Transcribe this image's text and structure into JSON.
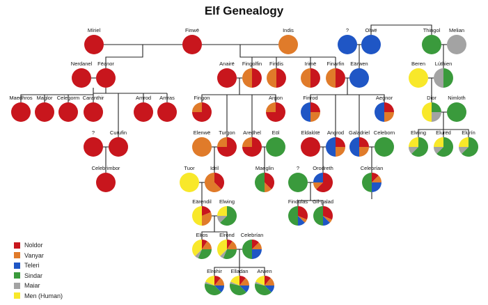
{
  "title": "Elf Genealogy",
  "colors": {
    "noldor": "#c8161d",
    "vanyar": "#e07b2a",
    "teleri": "#1f56c5",
    "sindar": "#3a9a3c",
    "maiar": "#a3a3a3",
    "men": "#f8e82a"
  },
  "legend": [
    {
      "key": "noldor",
      "label": "Noldor"
    },
    {
      "key": "vanyar",
      "label": "Vanyar"
    },
    {
      "key": "teleri",
      "label": "Teleri"
    },
    {
      "key": "sindar",
      "label": "Sindar"
    },
    {
      "key": "maiar",
      "label": "Maiar"
    },
    {
      "key": "men",
      "label": "Men (Human)"
    }
  ],
  "people": [
    {
      "id": "miriel",
      "name": "Míriel",
      "heritage": {
        "noldor": 1
      }
    },
    {
      "id": "finwe",
      "name": "Finwë",
      "heritage": {
        "noldor": 1
      }
    },
    {
      "id": "indis",
      "name": "Indis",
      "heritage": {
        "vanyar": 1
      }
    },
    {
      "id": "q_olwe_wife",
      "name": "?",
      "heritage": {
        "teleri": 1
      }
    },
    {
      "id": "olwe",
      "name": "Olwë",
      "heritage": {
        "teleri": 1
      }
    },
    {
      "id": "thingol",
      "name": "Thingol",
      "heritage": {
        "sindar": 1
      }
    },
    {
      "id": "melian",
      "name": "Melian",
      "heritage": {
        "maiar": 1
      }
    },
    {
      "id": "nerdanel",
      "name": "Nerdanel",
      "heritage": {
        "noldor": 1
      }
    },
    {
      "id": "feanor",
      "name": "Fëanor",
      "heritage": {
        "noldor": 1
      }
    },
    {
      "id": "anaire",
      "name": "Anairë",
      "heritage": {
        "noldor": 1
      }
    },
    {
      "id": "fingolfin",
      "name": "Fingolfin",
      "heritage": {
        "noldor": 0.5,
        "vanyar": 0.5
      }
    },
    {
      "id": "findis",
      "name": "Findis",
      "heritage": {
        "noldor": 0.5,
        "vanyar": 0.5
      }
    },
    {
      "id": "irime",
      "name": "Irimë",
      "heritage": {
        "noldor": 0.5,
        "vanyar": 0.5
      }
    },
    {
      "id": "finarfin",
      "name": "Finarfin",
      "heritage": {
        "noldor": 0.5,
        "vanyar": 0.5
      }
    },
    {
      "id": "earwen",
      "name": "Eärwen",
      "heritage": {
        "teleri": 1
      }
    },
    {
      "id": "beren",
      "name": "Beren",
      "heritage": {
        "men": 1
      }
    },
    {
      "id": "luthien",
      "name": "Lúthien",
      "heritage": {
        "sindar": 0.5,
        "maiar": 0.5
      }
    },
    {
      "id": "maedhros",
      "name": "Maedhros",
      "heritage": {
        "noldor": 1
      }
    },
    {
      "id": "maglor",
      "name": "Maglor",
      "heritage": {
        "noldor": 1
      }
    },
    {
      "id": "celegorm",
      "name": "Celegorm",
      "heritage": {
        "noldor": 1
      }
    },
    {
      "id": "caranthir",
      "name": "Caranthir",
      "heritage": {
        "noldor": 1
      }
    },
    {
      "id": "amrod",
      "name": "Amrod",
      "heritage": {
        "noldor": 1
      }
    },
    {
      "id": "amras",
      "name": "Amras",
      "heritage": {
        "noldor": 1
      }
    },
    {
      "id": "fingon",
      "name": "Fingon",
      "heritage": {
        "noldor": 0.75,
        "vanyar": 0.25
      }
    },
    {
      "id": "argon",
      "name": "Argon",
      "heritage": {
        "noldor": 0.75,
        "vanyar": 0.25
      }
    },
    {
      "id": "finrod",
      "name": "Finrod",
      "heritage": {
        "noldor": 0.25,
        "vanyar": 0.25,
        "teleri": 0.5
      }
    },
    {
      "id": "aegnor",
      "name": "Aegnor",
      "heritage": {
        "noldor": 0.25,
        "vanyar": 0.25,
        "teleri": 0.5
      }
    },
    {
      "id": "dior",
      "name": "Dior",
      "heritage": {
        "sindar": 0.25,
        "maiar": 0.25,
        "men": 0.5
      }
    },
    {
      "id": "nimloth",
      "name": "Nimloth",
      "heritage": {
        "sindar": 1
      }
    },
    {
      "id": "q_curufin_wife",
      "name": "?",
      "heritage": {
        "noldor": 1
      }
    },
    {
      "id": "curufin",
      "name": "Curufin",
      "heritage": {
        "noldor": 1
      }
    },
    {
      "id": "elenwe",
      "name": "Elenwë",
      "heritage": {
        "vanyar": 1
      }
    },
    {
      "id": "turgon",
      "name": "Turgon",
      "heritage": {
        "noldor": 0.75,
        "vanyar": 0.25
      }
    },
    {
      "id": "aredhel",
      "name": "Aredhel",
      "heritage": {
        "noldor": 0.75,
        "vanyar": 0.25
      }
    },
    {
      "id": "eol",
      "name": "Eöl",
      "heritage": {
        "sindar": 1
      }
    },
    {
      "id": "eldalote",
      "name": "Eldalótë",
      "heritage": {
        "noldor": 1
      }
    },
    {
      "id": "angrod",
      "name": "Angrod",
      "heritage": {
        "noldor": 0.25,
        "vanyar": 0.25,
        "teleri": 0.5
      }
    },
    {
      "id": "galadriel",
      "name": "Galadriel",
      "heritage": {
        "noldor": 0.25,
        "vanyar": 0.25,
        "teleri": 0.5
      }
    },
    {
      "id": "celeborn",
      "name": "Celeborn",
      "heritage": {
        "sindar": 1
      }
    },
    {
      "id": "elwing1",
      "name": "Elwing",
      "heritage": {
        "sindar": 0.625,
        "maiar": 0.125,
        "men": 0.25
      }
    },
    {
      "id": "elured",
      "name": "Elurëd",
      "heritage": {
        "sindar": 0.625,
        "maiar": 0.125,
        "men": 0.25
      }
    },
    {
      "id": "elurin",
      "name": "Elurín",
      "heritage": {
        "sindar": 0.625,
        "maiar": 0.125,
        "men": 0.25
      }
    },
    {
      "id": "celebrimbor",
      "name": "Celebrimbor",
      "heritage": {
        "noldor": 1
      }
    },
    {
      "id": "tuor",
      "name": "Tuor",
      "heritage": {
        "men": 1
      }
    },
    {
      "id": "idril",
      "name": "Idril",
      "heritage": {
        "noldor": 0.375,
        "vanyar": 0.625
      }
    },
    {
      "id": "maeglin",
      "name": "Maeglin",
      "heritage": {
        "noldor": 0.375,
        "vanyar": 0.125,
        "sindar": 0.5
      }
    },
    {
      "id": "q_orodreth_wife",
      "name": "?",
      "heritage": {
        "sindar": 1
      }
    },
    {
      "id": "orodreth",
      "name": "Orodreth",
      "heritage": {
        "noldor": 0.625,
        "vanyar": 0.125,
        "teleri": 0.25
      }
    },
    {
      "id": "celebrian",
      "name": "Celebrían",
      "heritage": {
        "noldor": 0.125,
        "vanyar": 0.125,
        "teleri": 0.25,
        "sindar": 0.5
      }
    },
    {
      "id": "earendil",
      "name": "Eärendil",
      "heritage": {
        "noldor": 0.1875,
        "vanyar": 0.3125,
        "men": 0.5
      }
    },
    {
      "id": "elwing2",
      "name": "Elwing",
      "heritage": {
        "sindar": 0.625,
        "maiar": 0.125,
        "men": 0.25
      }
    },
    {
      "id": "findulas",
      "name": "Findulas",
      "heritage": {
        "noldor": 0.3125,
        "vanyar": 0.0625,
        "teleri": 0.125,
        "sindar": 0.5
      }
    },
    {
      "id": "gilgalad",
      "name": "Gil-galad",
      "heritage": {
        "noldor": 0.3125,
        "vanyar": 0.0625,
        "teleri": 0.125,
        "sindar": 0.5
      }
    },
    {
      "id": "elros",
      "name": "Elros",
      "heritage": {
        "noldor": 0.09375,
        "vanyar": 0.15625,
        "sindar": 0.3125,
        "maiar": 0.0625,
        "men": 0.375
      }
    },
    {
      "id": "elrond",
      "name": "Elrond",
      "heritage": {
        "noldor": 0.09375,
        "vanyar": 0.15625,
        "sindar": 0.3125,
        "maiar": 0.0625,
        "men": 0.375
      }
    },
    {
      "id": "celebrian2",
      "name": "Celebrían",
      "heritage": {
        "noldor": 0.125,
        "vanyar": 0.125,
        "teleri": 0.25,
        "sindar": 0.5
      }
    },
    {
      "id": "elrohir",
      "name": "Elrohir",
      "heritage": {
        "noldor": 0.11,
        "vanyar": 0.14,
        "teleri": 0.125,
        "sindar": 0.41,
        "maiar": 0.03,
        "men": 0.185
      }
    },
    {
      "id": "elladan",
      "name": "Elladan",
      "heritage": {
        "noldor": 0.11,
        "vanyar": 0.14,
        "teleri": 0.125,
        "sindar": 0.41,
        "maiar": 0.03,
        "men": 0.185
      }
    },
    {
      "id": "arwen",
      "name": "Arwen",
      "heritage": {
        "noldor": 0.11,
        "vanyar": 0.14,
        "teleri": 0.125,
        "sindar": 0.41,
        "maiar": 0.03,
        "men": 0.185
      }
    }
  ]
}
